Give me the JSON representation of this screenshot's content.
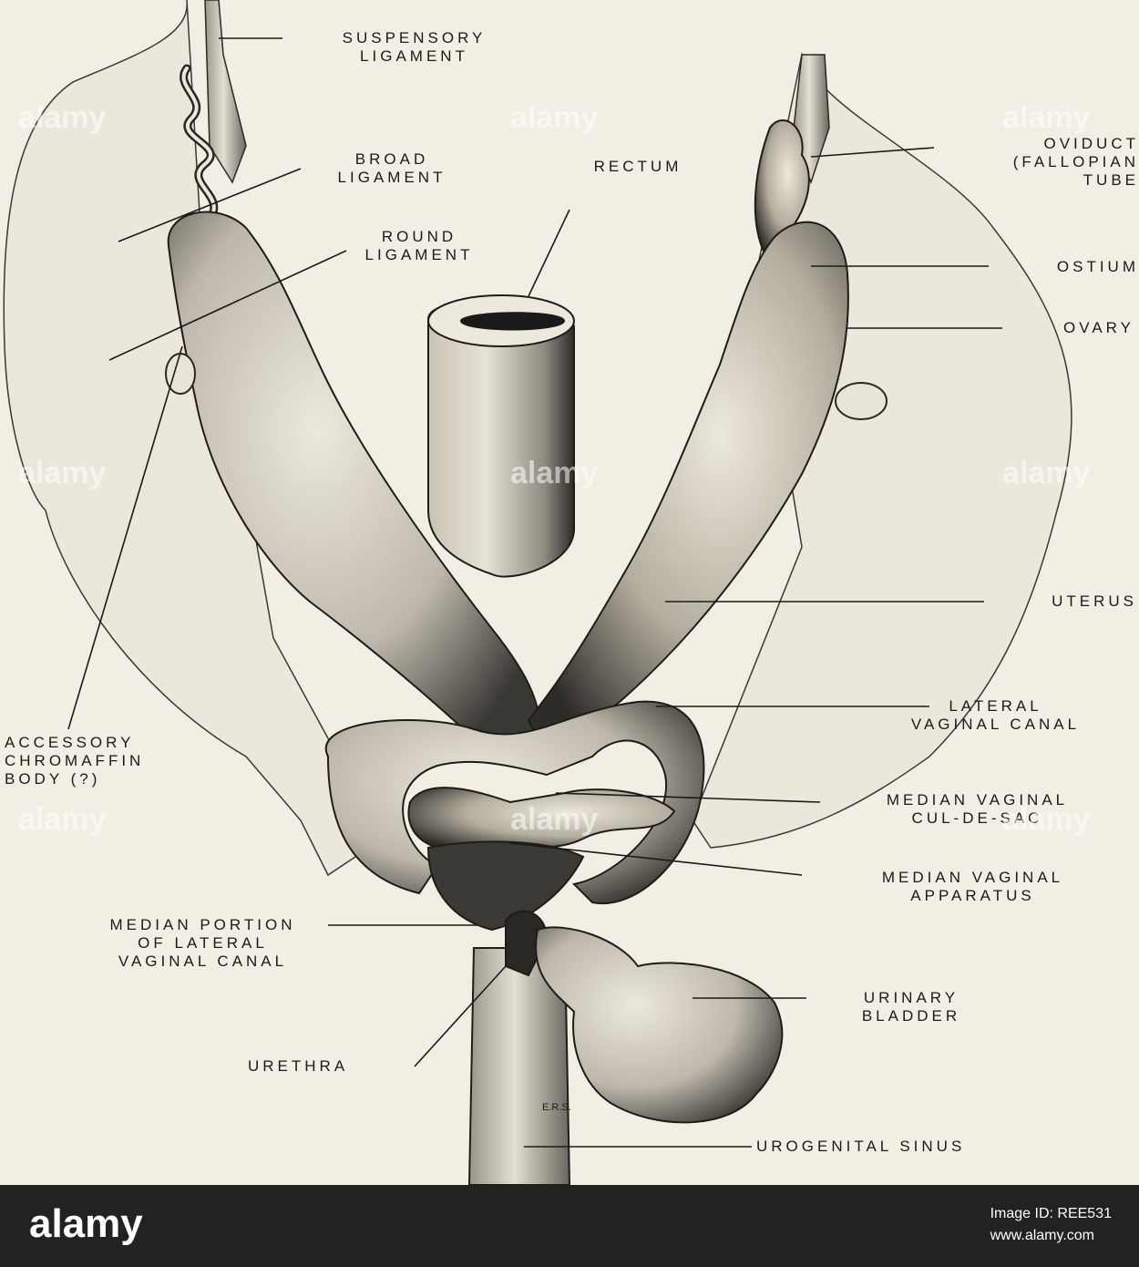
{
  "labels": {
    "suspensory_ligament": "SUSPENSORY\nLIGAMENT",
    "broad_ligament": "BROAD\nLIGAMENT",
    "round_ligament": "ROUND\nLIGAMENT",
    "rectum": "RECTUM",
    "oviduct": "OVIDUCT\n(FALLOPIAN\nTUBE",
    "ostium": "OSTIUM",
    "ovary": "OVARY",
    "uterus": "UTERUS",
    "lateral_vaginal_canal": "LATERAL\nVAGINAL CANAL",
    "accessory_chromaffin_body": "ACCESSORY\nCHROMAFFIN\nBODY (?)",
    "median_vaginal_cul_de_sac": "MEDIAN VAGINAL\nCUL-DE-SAC",
    "median_vaginal_apparatus": "MEDIAN VAGINAL\nAPPARATUS",
    "median_portion_lateral_vaginal_canal": "MEDIAN PORTION\nOF LATERAL\nVAGINAL CANAL",
    "urinary_bladder": "URINARY\nBLADDER",
    "urethra": "URETHRA",
    "urogenital_sinus": "UROGENITAL SINUS",
    "artist_initials": "E.R.S."
  },
  "watermark": "alamy",
  "footer": {
    "logo": "alamy",
    "image_id_line": "Image ID: REE531",
    "site_line": "www.alamy.com"
  },
  "colors": {
    "paper": "#f1eee3",
    "ink": "#1a1a1a",
    "footer_bg": "#222222"
  }
}
